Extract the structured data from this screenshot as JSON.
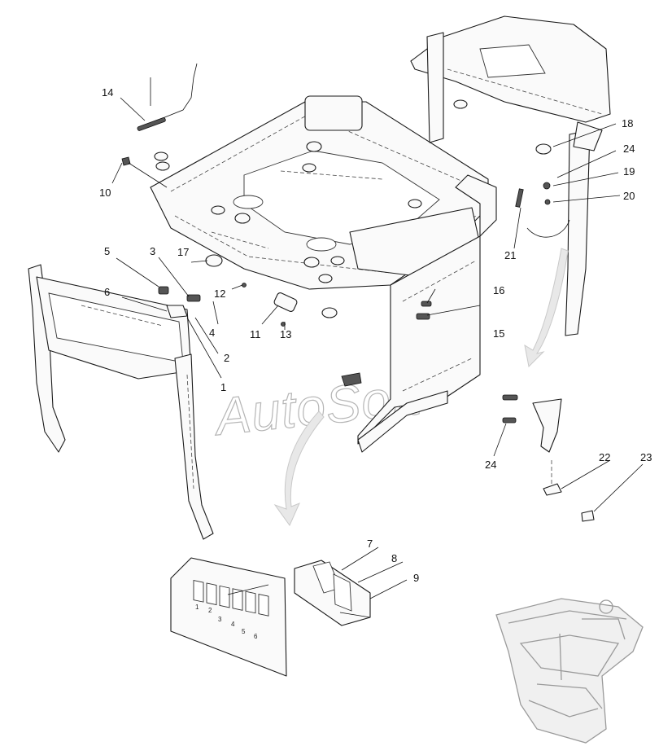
{
  "watermark": "AutoSoft",
  "callouts": {
    "c1": "1",
    "c2": "2",
    "c3": "3",
    "c4": "4",
    "c5": "5",
    "c6": "6",
    "c7": "7",
    "c8": "8",
    "c9": "9",
    "c10": "10",
    "c11": "11",
    "c12": "12",
    "c13": "13",
    "c14": "14",
    "c15": "15",
    "c16": "16",
    "c17": "17",
    "c18": "18",
    "c19": "19",
    "c20": "20",
    "c21": "21",
    "c22": "22",
    "c23": "23",
    "c24a": "24",
    "c24b": "24"
  },
  "switch_panel_numbers": [
    "1",
    "2",
    "3",
    "4",
    "5",
    "6"
  ]
}
